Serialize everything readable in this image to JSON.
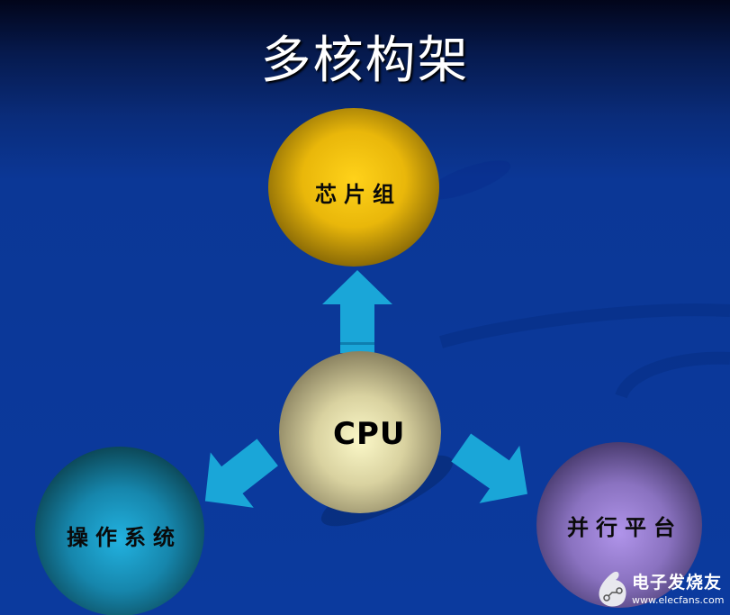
{
  "title": "多核构架",
  "nodes": {
    "center": {
      "label": "CPU",
      "color": "#f3f0c0"
    },
    "top": {
      "label": "芯片组",
      "color": "#f2c80c"
    },
    "left": {
      "label": "操作系统",
      "color": "#1aa0c8"
    },
    "right": {
      "label": "并行平台",
      "color": "#a58be0"
    }
  },
  "arrows": [
    {
      "from": "CPU",
      "to": "芯片组",
      "direction": "up"
    },
    {
      "from": "CPU",
      "to": "操作系统",
      "direction": "down-left"
    },
    {
      "from": "CPU",
      "to": "并行平台",
      "direction": "down-right"
    }
  ],
  "colors": {
    "arrow": "#1aa6d8",
    "background": "#0b3a9e"
  },
  "watermark": {
    "brand": "电子发烧友",
    "url": "www.elecfans.com"
  }
}
